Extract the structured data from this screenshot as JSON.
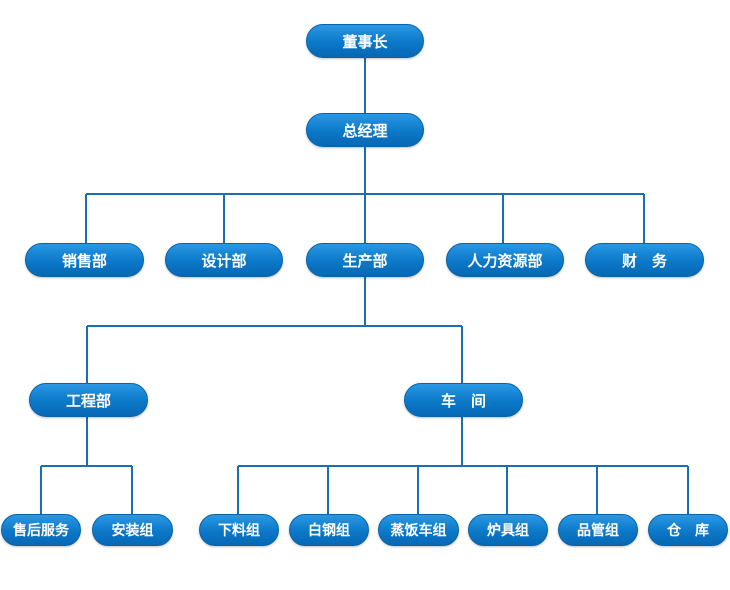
{
  "org_chart": {
    "chairman": "董事长",
    "general_manager": "总经理",
    "departments": {
      "sales": "销售部",
      "design": "设计部",
      "production": "生产部",
      "hr": "人力资源部",
      "finance": "财　务"
    },
    "production_units": {
      "engineering": "工程部",
      "workshop": "车　间"
    },
    "engineering_groups": {
      "after_sales": "售后服务",
      "installation": "安装组"
    },
    "workshop_groups": {
      "cutting": "下料组",
      "white_steel": "白钢组",
      "steamer": "蒸饭车组",
      "stove": "炉具组",
      "product_control": "品管组",
      "warehouse": "仓　库"
    }
  }
}
